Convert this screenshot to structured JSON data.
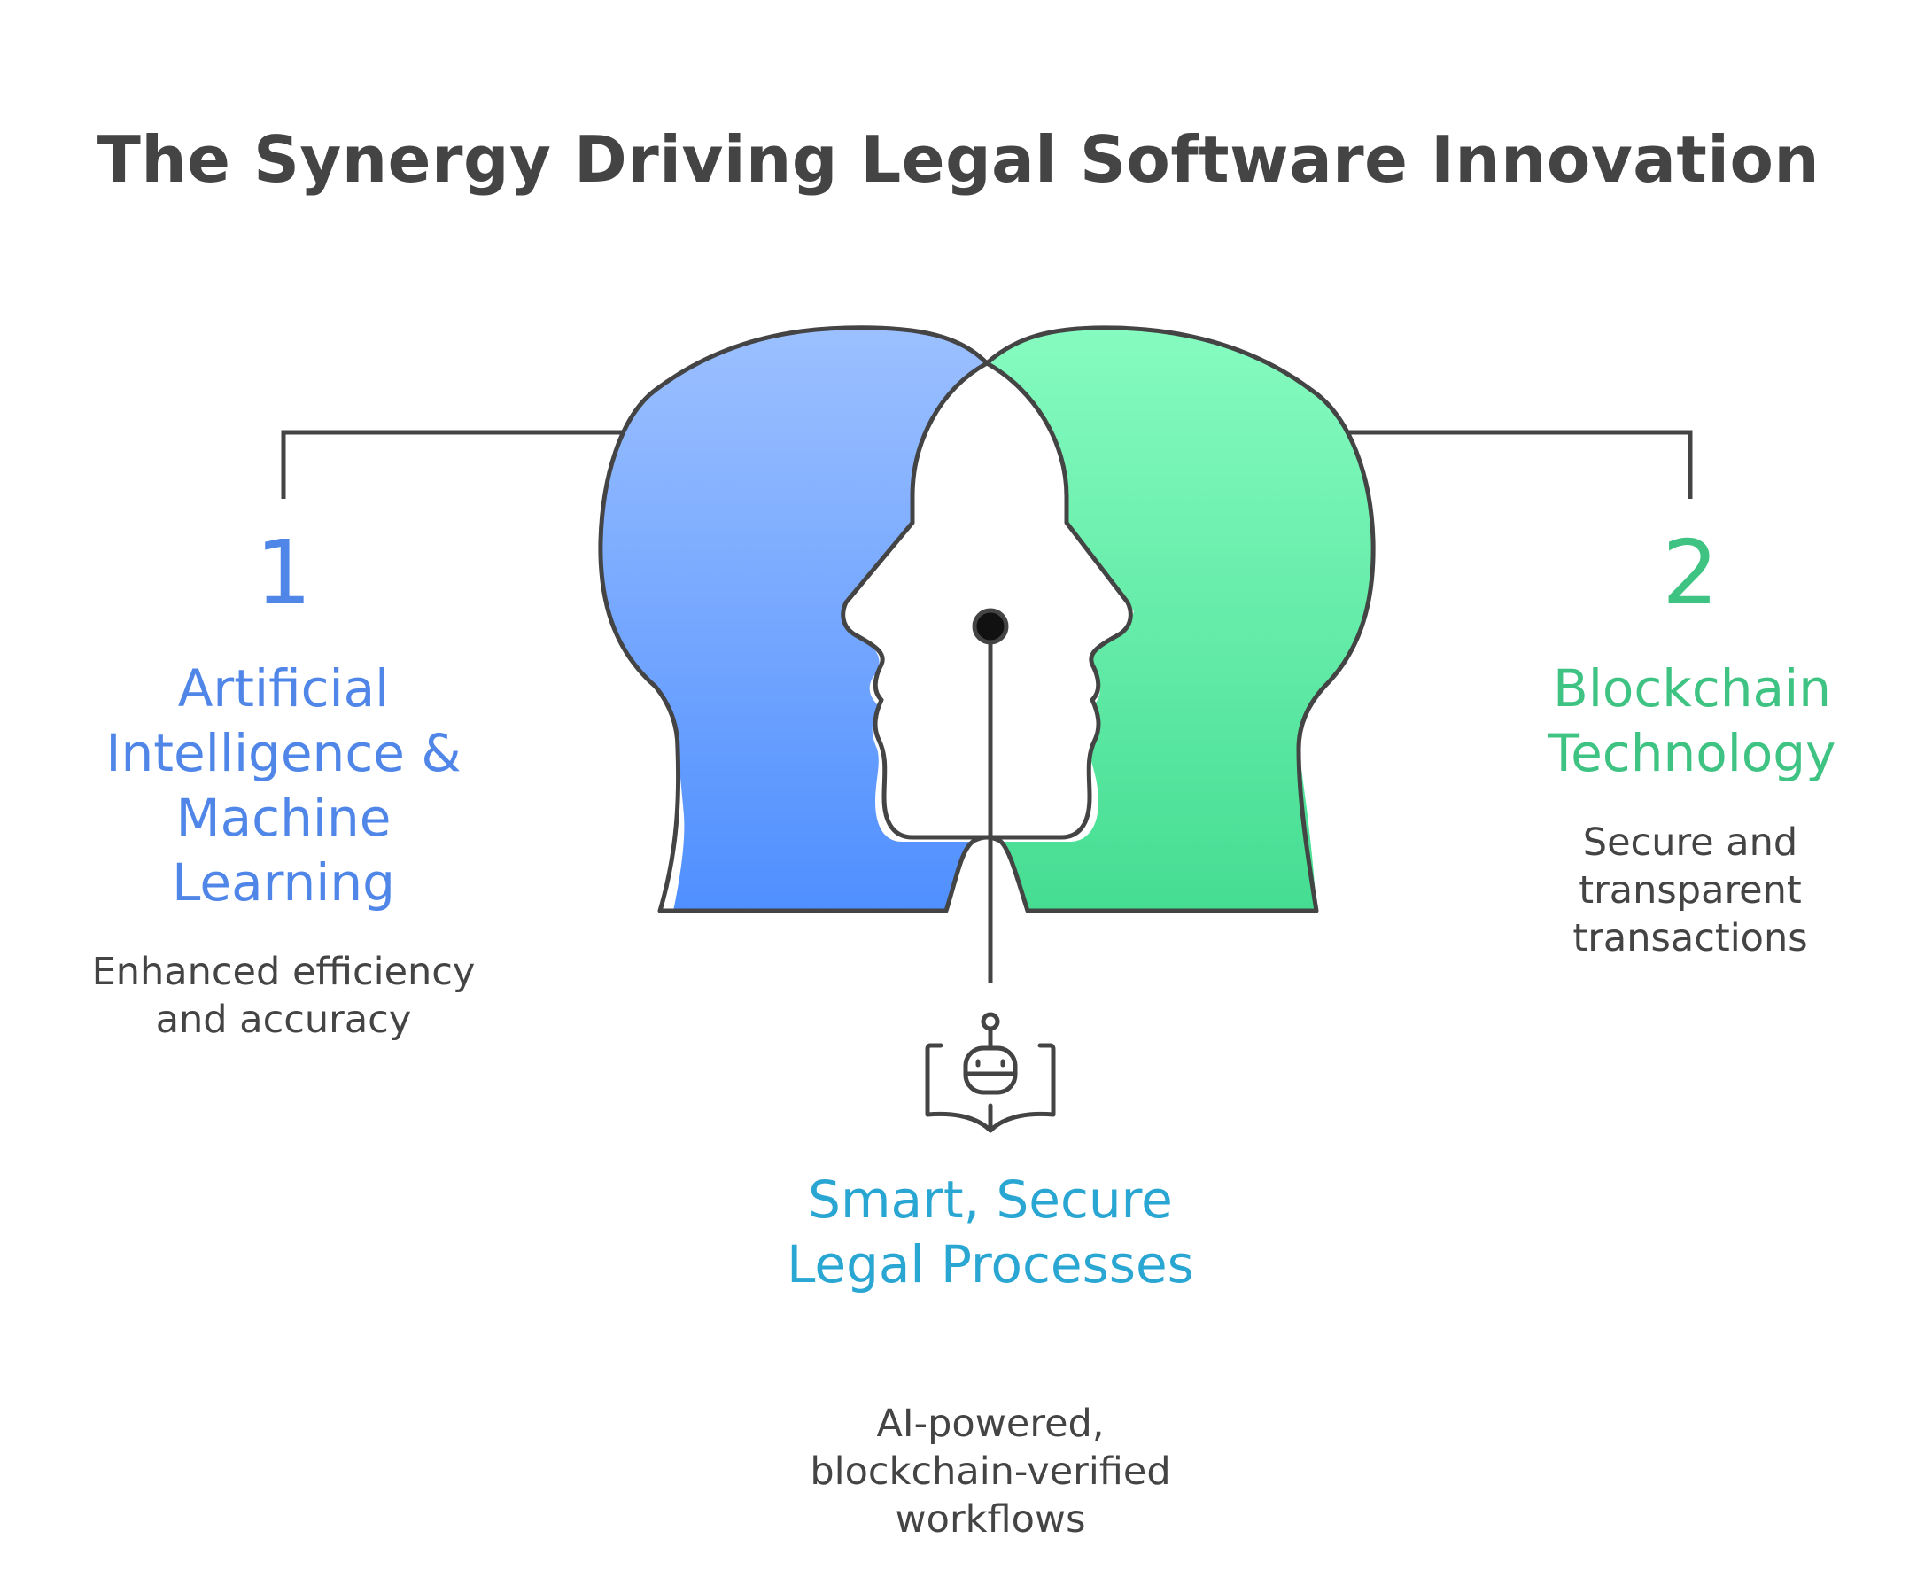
{
  "title": "The Synergy Driving Legal Software Innovation",
  "colors": {
    "blue": "#4f86e8",
    "green": "#3fc383",
    "teal": "#2aa6d3",
    "outline": "#444444",
    "head_left_top": "#9cc0ff",
    "head_left_bottom": "#4f8fff",
    "head_right_top": "#86fbc0",
    "head_right_bottom": "#45dd92"
  },
  "left": {
    "number": "1",
    "title": "Artificial Intelligence & Machine Learning",
    "description": "Enhanced efficiency and accuracy"
  },
  "right": {
    "number": "2",
    "title": "Blockchain Technology",
    "description": "Secure and transparent transactions"
  },
  "center": {
    "icon": "robot-book-icon",
    "title": "Smart, Secure Legal Processes",
    "description": "AI-powered, blockchain-verified workflows"
  }
}
